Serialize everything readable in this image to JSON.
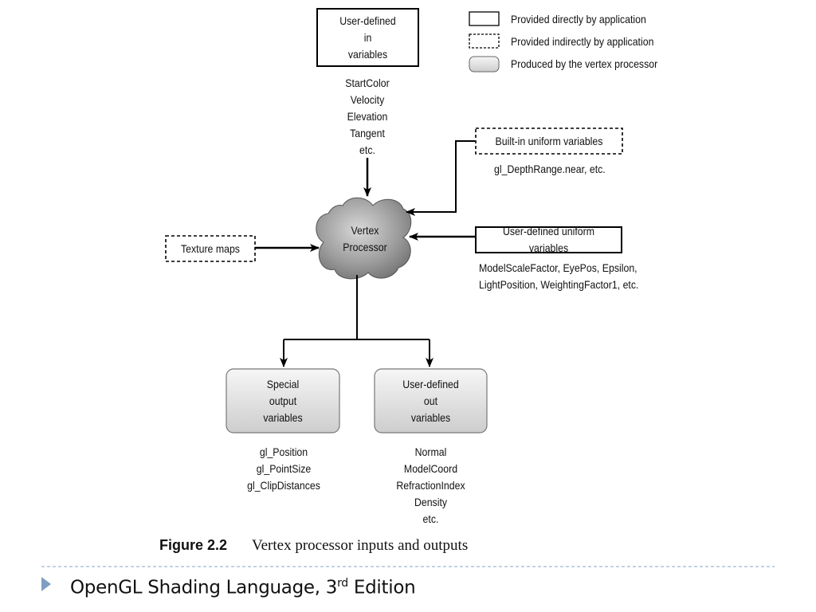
{
  "legend": {
    "solid": "Provided directly by application",
    "dashed": "Provided indirectly by application",
    "produced": "Produced by the vertex processor"
  },
  "nodes": {
    "user_in": "User-defined\nin\nvariables",
    "builtin_uniform": "Built-in uniform variables",
    "texture_maps": "Texture maps",
    "vertex_processor": "Vertex\nProcessor",
    "user_uniform": "User-defined uniform variables",
    "special_out": "Special\noutput\nvariables",
    "user_out": "User-defined\nout\nvariables"
  },
  "lists": {
    "user_in": [
      "StartColor",
      "Velocity",
      "Elevation",
      "Tangent",
      "etc."
    ],
    "builtin_uniform": "gl_DepthRange.near, etc.",
    "user_uniform": [
      "ModelScaleFactor, EyePos, Epsilon,",
      "LightPosition, WeightingFactor1, etc."
    ],
    "special_out": [
      "gl_Position",
      "gl_PointSize",
      "gl_ClipDistances"
    ],
    "user_out": [
      "Normal",
      "ModelCoord",
      "RefractionIndex",
      "Density",
      "etc."
    ]
  },
  "caption": {
    "number": "Figure 2.2",
    "text": "Vertex processor inputs and outputs"
  },
  "footer": {
    "prefix": "OpenGL Shading Language, 3",
    "superscript": "rd",
    "suffix": " Edition"
  },
  "colors": {
    "footer_divider": "#9fb6cf",
    "footer_bullet": "#7f9ec2",
    "produced_fill_top": "#f4f4f4",
    "produced_fill_bottom": "#cfcfcf"
  }
}
